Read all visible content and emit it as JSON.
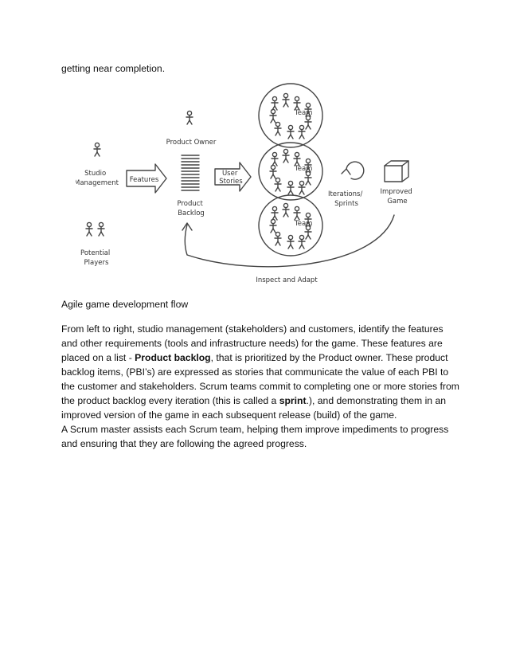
{
  "lead_text": "getting near completion.",
  "diagram": {
    "labels": {
      "studio_management": [
        "Studio",
        "Management"
      ],
      "potential_players": [
        "Potential",
        "Players"
      ],
      "features": "Features",
      "product_owner": "Product Owner",
      "product_backlog": [
        "Product",
        "Backlog"
      ],
      "user_stories": [
        "User",
        "Stories"
      ],
      "team": "Team",
      "iterations_sprints": [
        "Iterations/",
        "Sprints"
      ],
      "improved_game": [
        "Improved",
        "Game"
      ],
      "inspect_adapt": "Inspect and Adapt"
    }
  },
  "caption": "Agile game development flow",
  "body": {
    "p1_before_backlog": "From left to right, studio management (stakeholders) and customers, identify the features and other requirements (tools and infrastructure needs) for the game. These features are placed on a list - ",
    "p1_backlog_bold": "Product backlog",
    "p1_mid": ", that is prioritized by the Product owner. These product backlog items, (PBI’s) are expressed as stories that communicate the value of each PBI to the customer and stakeholders. Scrum teams commit to completing one or more stories from the product backlog every iteration (this is called a ",
    "p1_sprint_bold": "sprint",
    "p1_end": ".), and demonstrating them in an improved version of the game in each subsequent release (build) of the game.",
    "p2": "A Scrum master assists each Scrum team, helping them improve impediments to progress and ensuring that they are following the agreed progress."
  }
}
